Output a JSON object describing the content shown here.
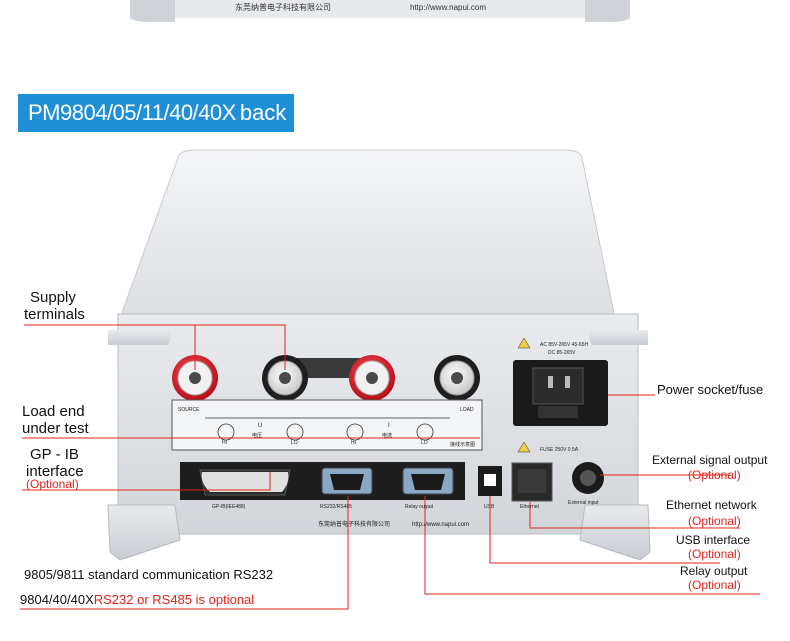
{
  "banner": {
    "model": "PM9804/05/11/40/40X",
    "suffix": "back"
  },
  "top_unit": {
    "company": "东莞纳普电子科技有限公司",
    "url": "http://www.napui.com"
  },
  "panel": {
    "input_rating": "AC 85V-265V 45-65H",
    "dc_rating": "DC 85-265V",
    "fuse_rating": "FUSE 250V 0.5A",
    "source_label": "SOURCE",
    "load_label": "LOAD",
    "wiring_diagram": "接线示意图",
    "voltage_label": "电压",
    "current_label": "电流",
    "hi": "HI",
    "lo": "LO",
    "u_symbol": "U",
    "i_symbol": "I",
    "gpib_label": "GP-IB(IEE488)",
    "rs232_label": "RS232/RS485",
    "relay_label": "Relay output",
    "usb_label": "USB",
    "ethernet_label": "Ethernet",
    "external_label": "External input",
    "company": "东莞纳普电子科技有限公司",
    "url": "http://www.napui.com"
  },
  "annotations": {
    "supply_1": "Supply",
    "supply_2": "terminals",
    "load_1": "Load end",
    "load_2": "under test",
    "gpib_1": "GP - IB",
    "gpib_2": "interface",
    "gpib_opt": "(Optional)",
    "power": "Power socket/fuse",
    "ext_signal": "External signal output",
    "ext_signal_opt": "(Optional)",
    "ethernet": "Ethernet network",
    "ethernet_opt": "(Optional)",
    "usb": "USB interface",
    "usb_opt": "(Optional)",
    "relay": "Relay output",
    "relay_opt": "(Optional)",
    "rs232_std": "9805/9811 standard communication RS232",
    "rs232_opt_prefix": "9804/40/40X",
    "rs232_opt_red": "RS232 or RS485 is optional"
  },
  "colors": {
    "banner": "#1f8fd8",
    "callout": "#e2231a",
    "terminal_red": "#d9141e"
  }
}
